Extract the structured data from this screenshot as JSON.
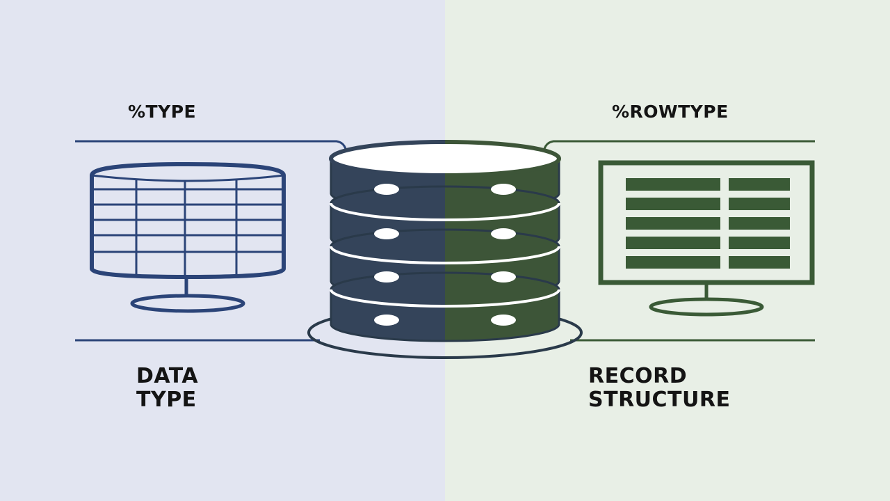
{
  "colors": {
    "left_background": "#e2e5f1",
    "right_background": "#e8efe6",
    "left_accent": "#2b4478",
    "right_accent": "#3a5a36",
    "cylinder_left": "#34445a",
    "cylinder_right": "#3d5538",
    "outline": "#2a3a4a",
    "text": "#141414"
  },
  "left": {
    "heading": "%TYPE",
    "caption_line1": "DATA",
    "caption_line2": "TYPE",
    "icon": "table-cylinder-icon"
  },
  "right": {
    "heading": "%ROWTYPE",
    "caption_line1": "RECORD",
    "caption_line2": "STRUCTURE",
    "icon": "record-grid-icon"
  },
  "center": {
    "icon": "database-server-icon",
    "disk_count": 4
  }
}
